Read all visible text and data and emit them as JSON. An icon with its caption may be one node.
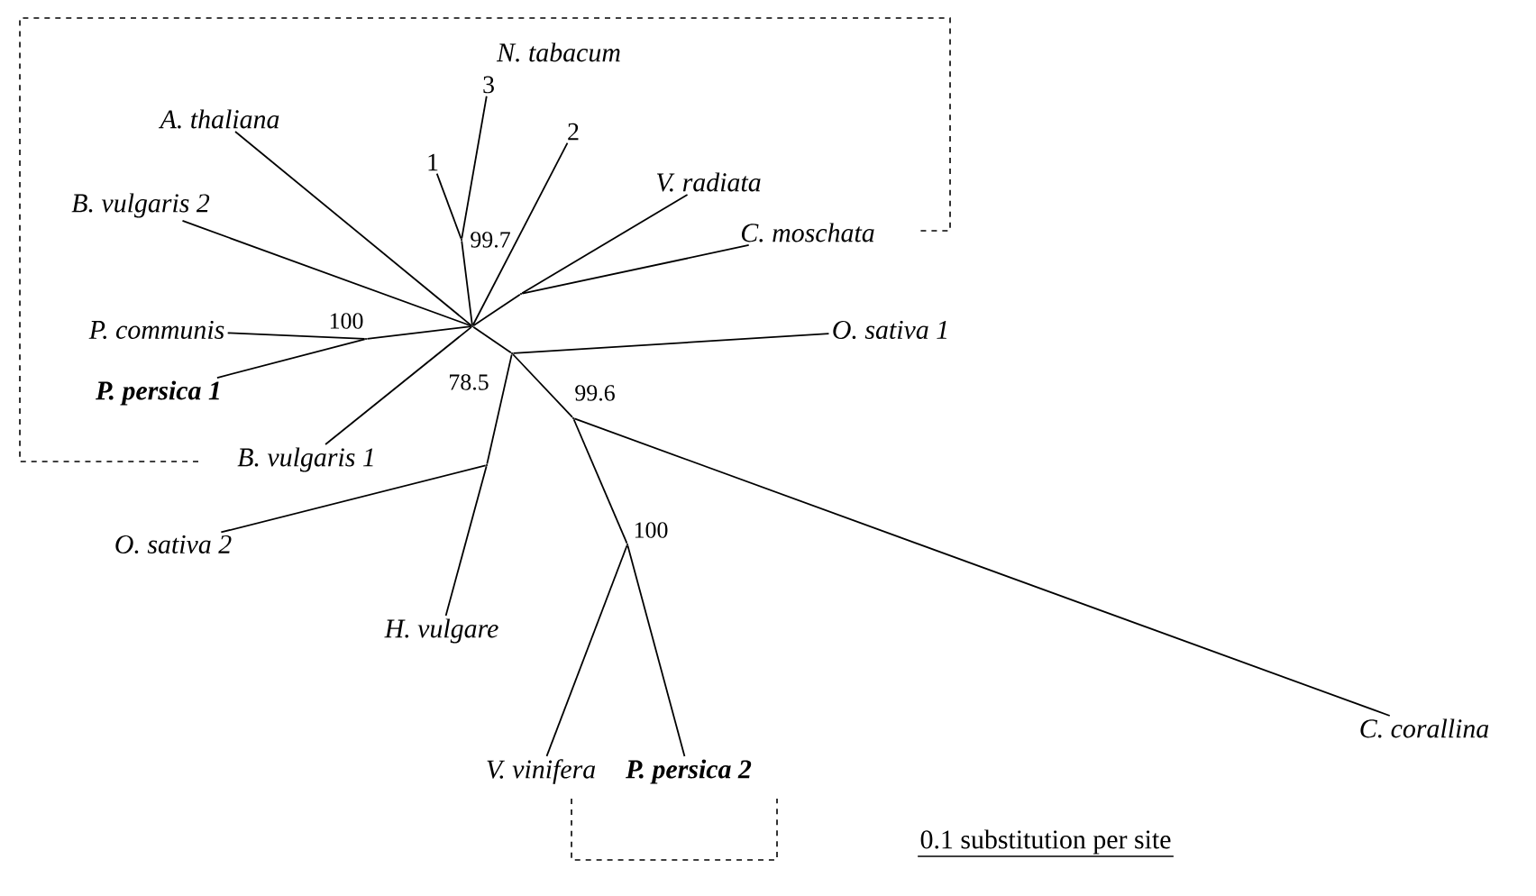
{
  "diagram": {
    "nodes": [
      {
        "text": [
          "3"
        ]
      },
      {
        "text": [
          "1"
        ]
      },
      {
        "text": [
          "2"
        ]
      },
      {
        "text": [
          "A. thaliana"
        ]
      },
      {
        "text": [
          "V. radiata"
        ]
      },
      {
        "text": [
          "B. vulgaris 2"
        ]
      },
      {
        "text": [
          "C. moschata"
        ]
      },
      {
        "text": [
          "P. communis"
        ]
      },
      {
        "text": [
          "O. sativa 1"
        ]
      },
      {
        "text": [
          "P. persica 1"
        ]
      },
      {
        "text": [
          "B. vulgaris 1"
        ]
      },
      {
        "text": [
          "O. sativa 2"
        ]
      },
      {
        "text": [
          "H. vulgare"
        ]
      },
      {
        "text": [
          "C. corallina"
        ]
      },
      {
        "text": [
          "V. vinifera"
        ]
      },
      {
        "text": [
          "P. persica 2"
        ]
      },
      {
        "text": [],
        "shape": "point"
      },
      {
        "text": [],
        "shape": "point"
      },
      {
        "text": [],
        "shape": "point"
      },
      {
        "text": [],
        "shape": "point"
      },
      {
        "text": [],
        "shape": "point"
      },
      {
        "text": [],
        "shape": "point"
      },
      {
        "text": [],
        "shape": "point"
      },
      {
        "text": [],
        "shape": "point"
      }
    ],
    "edges": [
      {
        "from": 17,
        "to": 0,
        "arrow": "none"
      },
      {
        "from": 17,
        "to": 1,
        "arrow": "none"
      },
      {
        "from": 16,
        "to": 17,
        "arrow": "none",
        "label": "99.7"
      },
      {
        "from": 16,
        "to": 2,
        "arrow": "none"
      },
      {
        "from": 16,
        "to": 3,
        "arrow": "none"
      },
      {
        "from": 18,
        "to": 4,
        "arrow": "none"
      },
      {
        "from": 16,
        "to": 18,
        "arrow": "none"
      },
      {
        "from": 18,
        "to": 6,
        "arrow": "none"
      },
      {
        "from": 16,
        "to": 5,
        "arrow": "none"
      },
      {
        "from": 19,
        "to": 7,
        "arrow": "none"
      },
      {
        "from": 16,
        "to": 19,
        "arrow": "none",
        "label": "100"
      },
      {
        "from": 20,
        "to": 8,
        "arrow": "none"
      },
      {
        "from": 19,
        "to": 9,
        "arrow": "none"
      },
      {
        "from": 16,
        "to": 10,
        "arrow": "none"
      },
      {
        "from": 16,
        "to": 20,
        "arrow": "none"
      },
      {
        "from": 22,
        "to": 11,
        "arrow": "none"
      },
      {
        "from": 20,
        "to": 22,
        "arrow": "none",
        "label": "78.5"
      },
      {
        "from": 22,
        "to": 12,
        "arrow": "none"
      },
      {
        "from": 20,
        "to": 21,
        "arrow": "none",
        "label": "99.6"
      },
      {
        "from": 21,
        "to": 13,
        "arrow": "none"
      },
      {
        "from": 21,
        "to": 23,
        "arrow": "none",
        "label": "100"
      },
      {
        "from": 23,
        "to": 14,
        "arrow": "none"
      },
      {
        "from": 23,
        "to": 15,
        "arrow": "none"
      }
    ],
    "labels": [
      "N. tabacum",
      "0.1 substitution per site"
    ]
  }
}
